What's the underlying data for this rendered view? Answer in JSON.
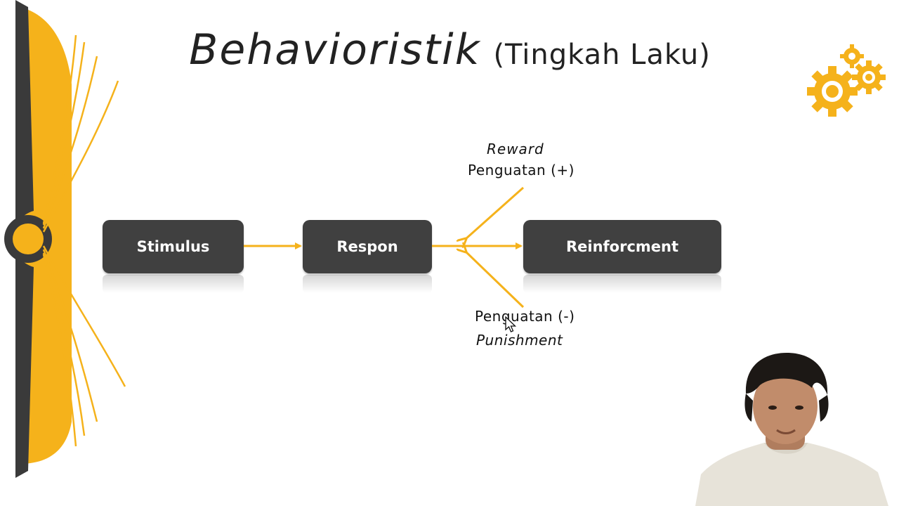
{
  "slide": {
    "title": "Behavioristik",
    "subtitle": "(Tingkah Laku)"
  },
  "diagram": {
    "nodes": [
      {
        "id": "stimulus",
        "label": "Stimulus"
      },
      {
        "id": "respon",
        "label": "Respon"
      },
      {
        "id": "reinforcment",
        "label": "Reinforcment"
      }
    ],
    "reward_label": "Reward",
    "positive_label": "Penguatan (+)",
    "negative_label": "Penguatan (-)",
    "punishment_label": "Punishment"
  },
  "colors": {
    "accent": "#F5B21B",
    "box": "#404040",
    "text": "#222222"
  },
  "icons": {
    "book": "open-book-decoration",
    "gears": "gears-icon",
    "cursor": "mouse-cursor-icon"
  }
}
